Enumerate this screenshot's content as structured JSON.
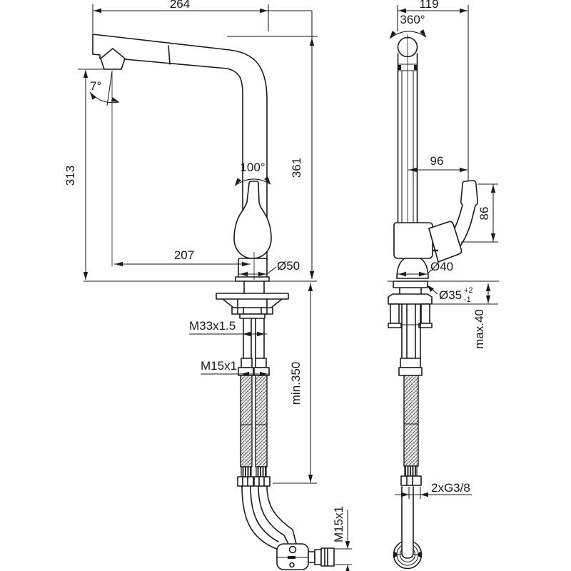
{
  "view_front": {
    "overall_width": "264",
    "spout_tilt_angle": "7°",
    "outlet_height": "313",
    "total_height": "361",
    "handle_swivel_angle": "100°",
    "spout_reach": "207",
    "body_diameter": "Ø50",
    "shank_thread": "M33x1.5",
    "hose_connection_thread": "M15x1",
    "min_clearance": "min.350",
    "spray_hose_thread": "M15x1"
  },
  "view_side": {
    "depth": "119",
    "spout_swivel_angle": "360°",
    "handle_reach": "96",
    "handle_height": "86",
    "body_diameter": "Ø40",
    "mounting_hole_diameter": "Ø35",
    "mounting_hole_tol_plus": "+2",
    "mounting_hole_tol_minus": "-1",
    "max_deck_thickness": "max.40",
    "supply_connection": "2xG3/8"
  },
  "colors": {
    "line": "#1a1a1a",
    "background": "#ffffff"
  }
}
